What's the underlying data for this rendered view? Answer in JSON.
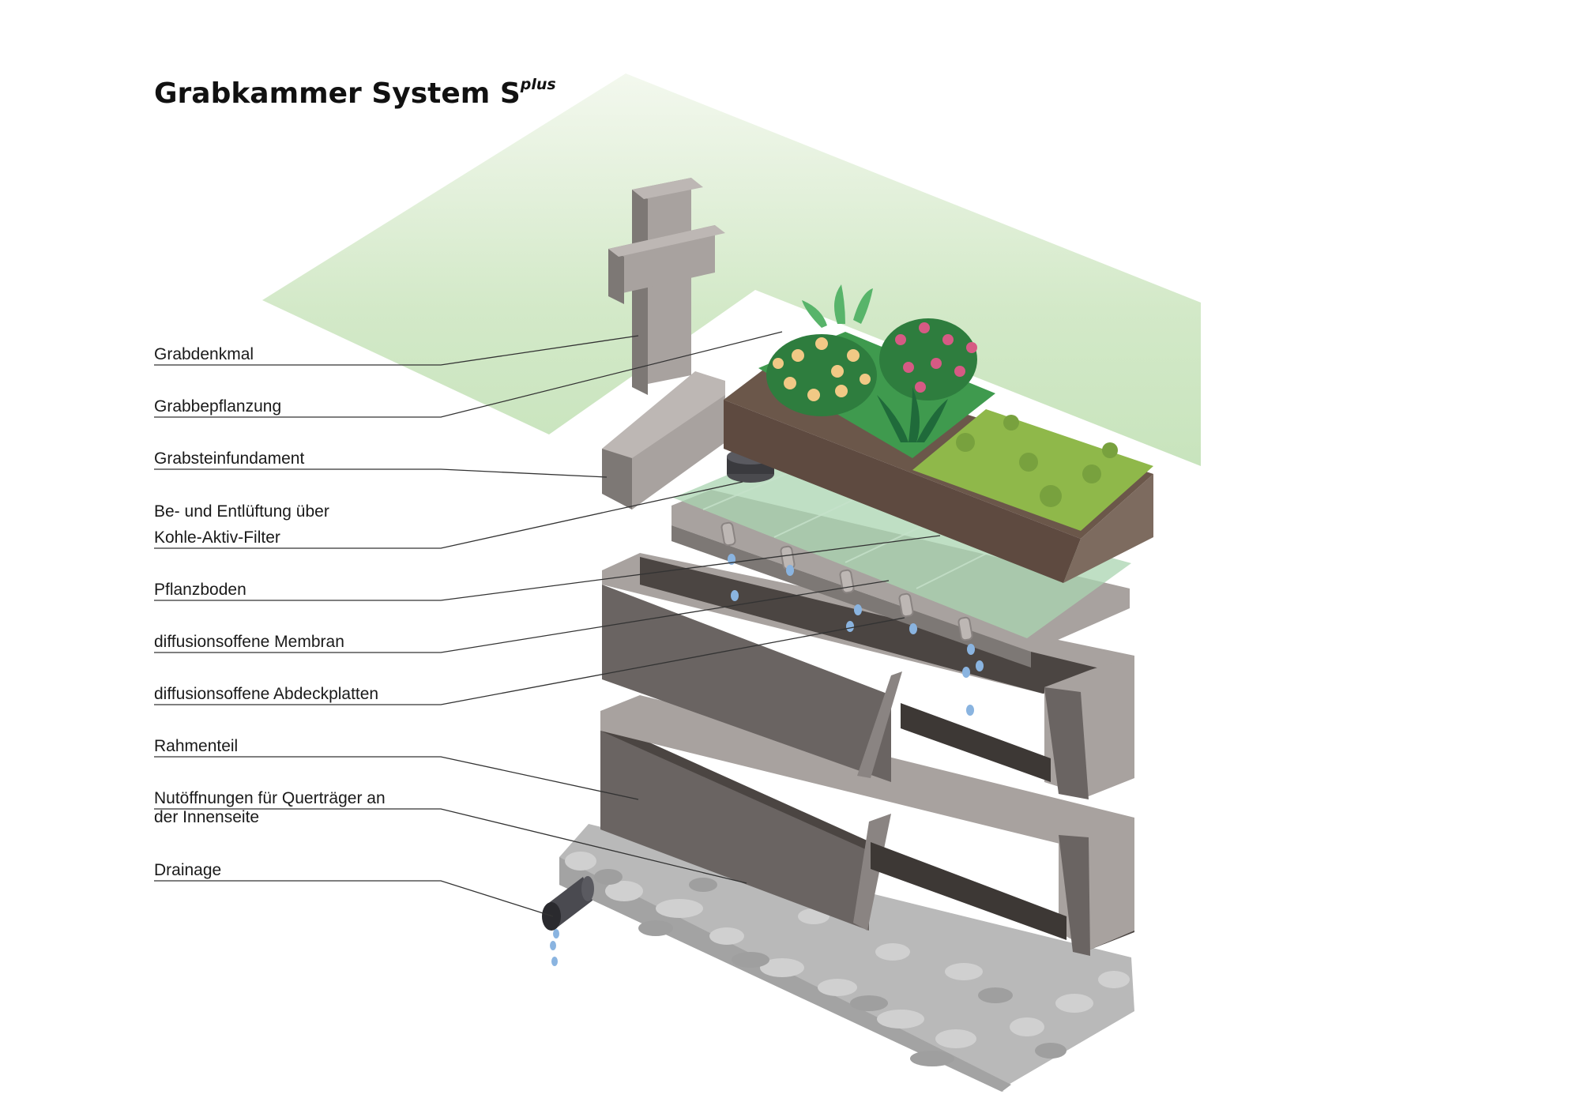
{
  "title": {
    "main": "Grabkammer System S",
    "superscript": "plus"
  },
  "labels": [
    "Grabdenkmal",
    "Grabbepflanzung",
    "Grabsteinfundament",
    "Be- und Entlüftung über",
    "Kohle-Aktiv-Filter",
    "Pflanzboden",
    "diffusionsoffene Membran",
    "diffusionsoffene Abdeckplatten",
    "Rahmenteil",
    "Nutöffnungen für Querträger an",
    "der Innenseite",
    "Drainage"
  ],
  "colors": {
    "concrete_light": "#a8a29f",
    "concrete_mid": "#7d7875",
    "concrete_dark": "#6a6462",
    "interior_dark": "#4b4542",
    "soil": "#5e4a40",
    "lawn": "#8fb84a",
    "plant_green": "#3f9a4e",
    "glass_green": "#a9d4b0",
    "gravel": "#bdbdbd",
    "water_drop": "#8ab4e0"
  }
}
